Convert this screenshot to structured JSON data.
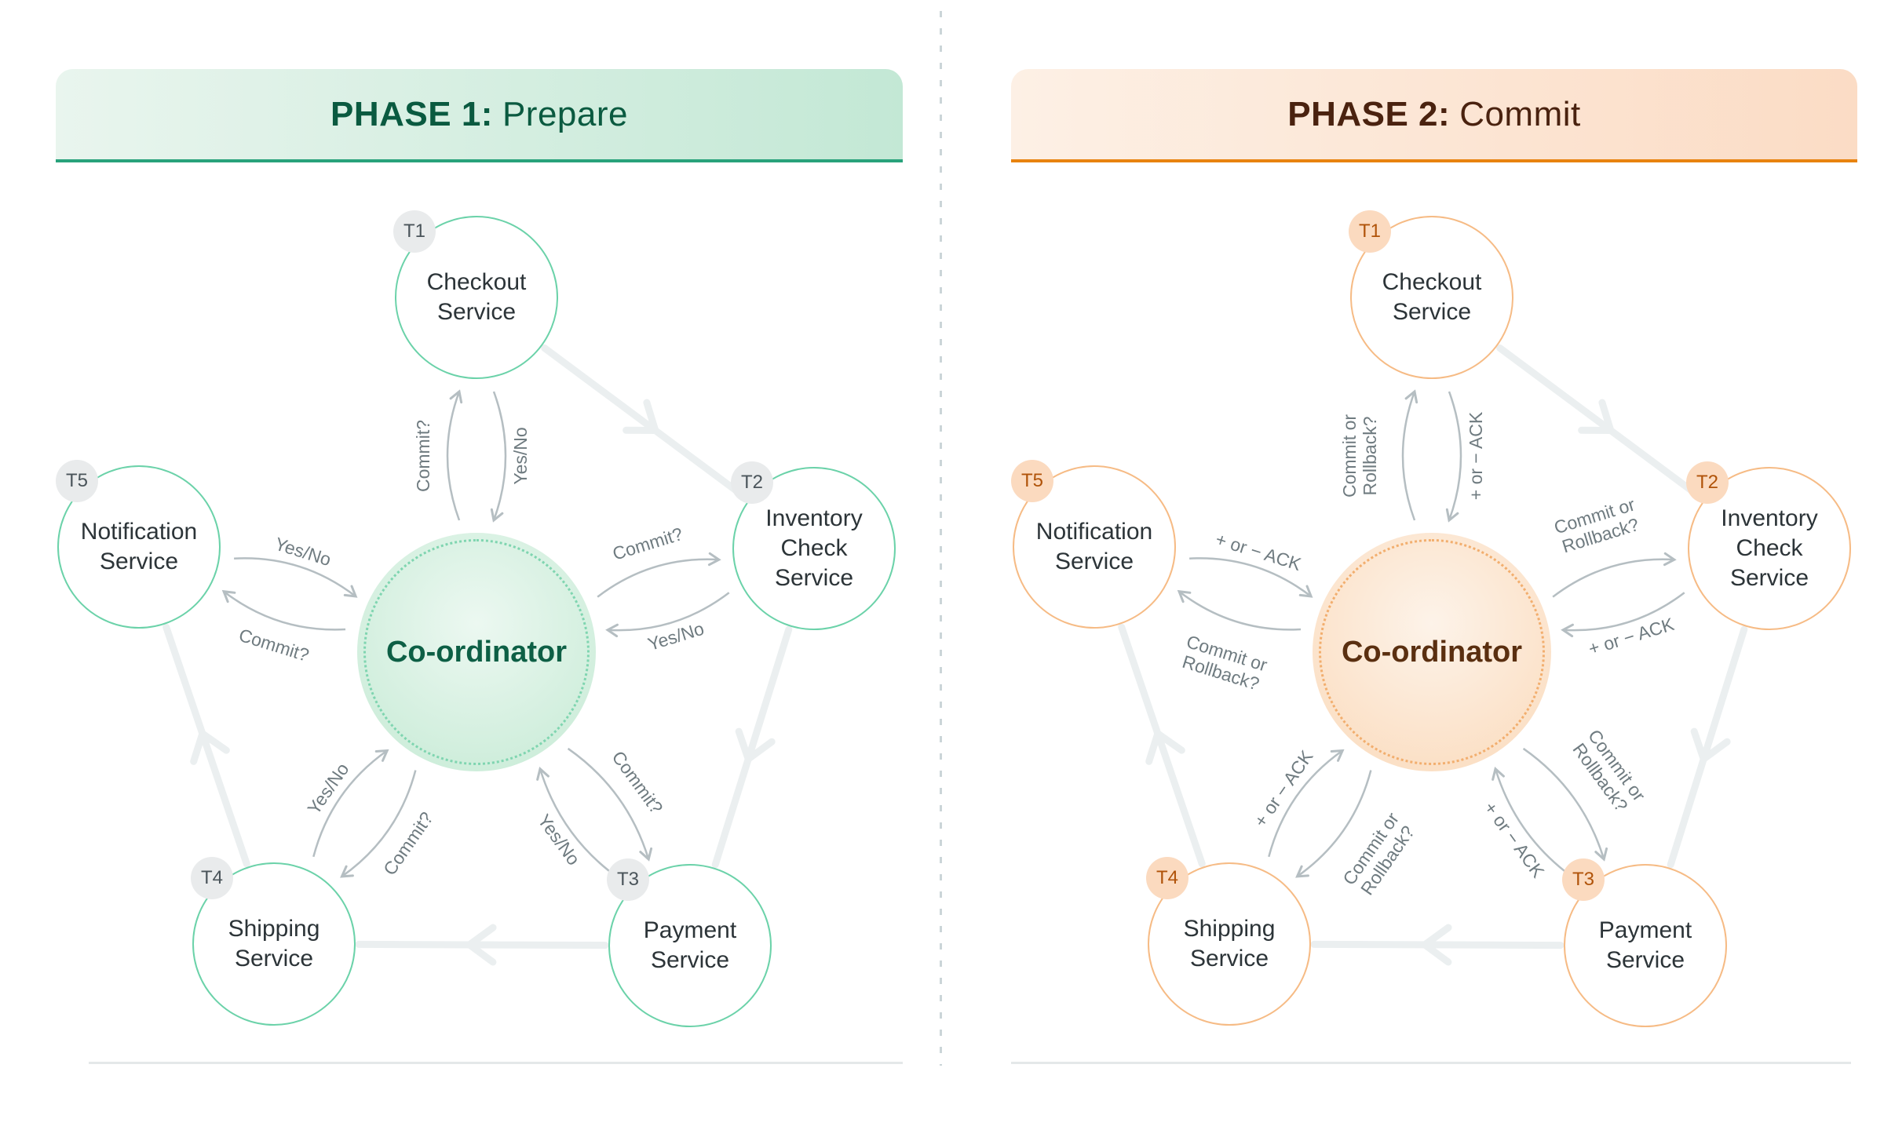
{
  "panels": [
    {
      "header": {
        "prefix": "PHASE 1:",
        "name": "Prepare"
      },
      "coordinator_label": "Co-ordinator",
      "services": [
        {
          "badge": "T1",
          "label": "Checkout\nService"
        },
        {
          "badge": "T2",
          "label": "Inventory\nCheck\nService"
        },
        {
          "badge": "T3",
          "label": "Payment\nService"
        },
        {
          "badge": "T4",
          "label": "Shipping\nService"
        },
        {
          "badge": "T5",
          "label": "Notification\nService"
        }
      ],
      "messages": {
        "request": "Commit?",
        "response": "Yes/No"
      },
      "theme": {
        "header_bg_from": "#e9f5ee",
        "header_bg_to": "#c3e8d5",
        "header_border": "#28a27b",
        "header_text": "#0a5a40",
        "node_border": "#6bd2a9",
        "node_text": "#2c3438",
        "badge_bg": "#e9ebec",
        "badge_text": "#4a545a",
        "coord_bg_inner": "#ecf8f1",
        "coord_bg_outer": "#cdedda",
        "coord_dots": "#7fd5b0",
        "coord_text": "#0d5f45"
      }
    },
    {
      "header": {
        "prefix": "PHASE 2:",
        "name": "Commit"
      },
      "coordinator_label": "Co-ordinator",
      "services": [
        {
          "badge": "T1",
          "label": "Checkout\nService"
        },
        {
          "badge": "T2",
          "label": "Inventory\nCheck\nService"
        },
        {
          "badge": "T3",
          "label": "Payment\nService"
        },
        {
          "badge": "T4",
          "label": "Shipping\nService"
        },
        {
          "badge": "T5",
          "label": "Notification\nService"
        }
      ],
      "messages": {
        "request": "Commit or\nRollback?",
        "response": "+ or − ACK"
      },
      "theme": {
        "header_bg_from": "#fdf0e5",
        "header_bg_to": "#fbdcc5",
        "header_border": "#e8830f",
        "header_text": "#4a220f",
        "node_border": "#f6bb85",
        "node_text": "#2c3438",
        "badge_bg": "#fbdabf",
        "badge_text": "#b05309",
        "coord_bg_inner": "#fdf3e9",
        "coord_bg_outer": "#fbdfc4",
        "coord_dots": "#f2ae6e",
        "coord_text": "#5a2f10"
      }
    }
  ],
  "connector_colors": {
    "message_arrow": "#b5bec2",
    "message_label": "#6f7b80",
    "flow_edge": "#ebeff0"
  },
  "divider_color": "#cbd5d8",
  "baseline_color": "#e4e8e9"
}
